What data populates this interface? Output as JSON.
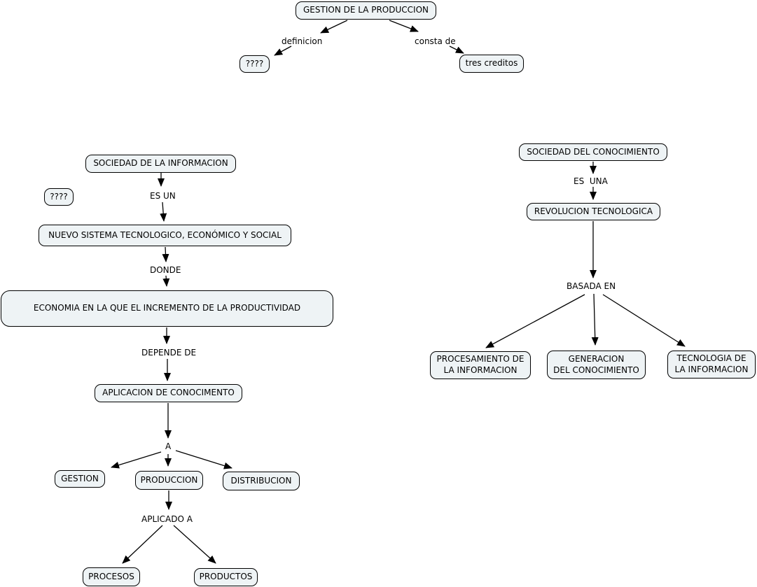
{
  "colors": {
    "background": "#ffffff",
    "node_fill": "#eef3f5",
    "node_border": "#000000",
    "line": "#000000"
  },
  "nodes": {
    "gestion_produccion": {
      "label": "GESTION DE LA PRODUCCION"
    },
    "unknown_top": {
      "label": "????"
    },
    "tres_creditos": {
      "label": "tres creditos"
    },
    "sociedad_informacion": {
      "label": "SOCIEDAD DE LA INFORMACION"
    },
    "unknown_left": {
      "label": "????"
    },
    "nuevo_sistema": {
      "label": "NUEVO SISTEMA TECNOLOGICO, ECONÓMICO Y SOCIAL"
    },
    "economia": {
      "label": "ECONOMIA EN LA QUE EL INCREMENTO DE LA PRODUCTIVIDAD"
    },
    "aplicacion": {
      "label": "APLICACION DE CONOCIMENTO"
    },
    "gestion": {
      "label": "GESTION"
    },
    "produccion": {
      "label": "PRODUCCION"
    },
    "distribucion": {
      "label": "DISTRIBUCION"
    },
    "procesos": {
      "label": "PROCESOS"
    },
    "productos": {
      "label": "PRODUCTOS"
    },
    "sociedad_conocimiento": {
      "label": "SOCIEDAD DEL CONOCIMIENTO"
    },
    "revolucion": {
      "label": "REVOLUCION TECNOLOGICA"
    },
    "procesamiento": {
      "label": "PROCESAMIENTO DE\nLA INFORMACION"
    },
    "generacion": {
      "label": "GENERACION\nDEL CONOCIMIENTO"
    },
    "tecnologia": {
      "label": "TECNOLOGIA DE\nLA INFORMACION"
    }
  },
  "links": {
    "definicion": {
      "label": "definicion"
    },
    "consta_de": {
      "label": "consta de"
    },
    "es_un": {
      "label": "ES UN"
    },
    "donde": {
      "label": "DONDE"
    },
    "depende_de": {
      "label": "DEPENDE DE"
    },
    "a": {
      "label": "A"
    },
    "aplicado_a": {
      "label": "APLICADO A"
    },
    "es_una": {
      "label": "ES  UNA"
    },
    "basada_en": {
      "label": "BASADA EN"
    }
  },
  "edges": [
    {
      "from": "gestion_produccion",
      "link": "definicion",
      "to": [
        "unknown_top"
      ]
    },
    {
      "from": "gestion_produccion",
      "link": "consta_de",
      "to": [
        "tres_creditos"
      ]
    },
    {
      "from": "sociedad_informacion",
      "link": "es_un",
      "to": [
        "nuevo_sistema"
      ]
    },
    {
      "from": "nuevo_sistema",
      "link": "donde",
      "to": [
        "economia"
      ]
    },
    {
      "from": "economia",
      "link": "depende_de",
      "to": [
        "aplicacion"
      ]
    },
    {
      "from": "aplicacion",
      "link": "a",
      "to": [
        "gestion",
        "produccion",
        "distribucion"
      ]
    },
    {
      "from": "produccion",
      "link": "aplicado_a",
      "to": [
        "procesos",
        "productos"
      ]
    },
    {
      "from": "sociedad_conocimiento",
      "link": "es_una",
      "to": [
        "revolucion"
      ]
    },
    {
      "from": "revolucion",
      "link": "basada_en",
      "to": [
        "procesamiento",
        "generacion",
        "tecnologia"
      ]
    }
  ]
}
